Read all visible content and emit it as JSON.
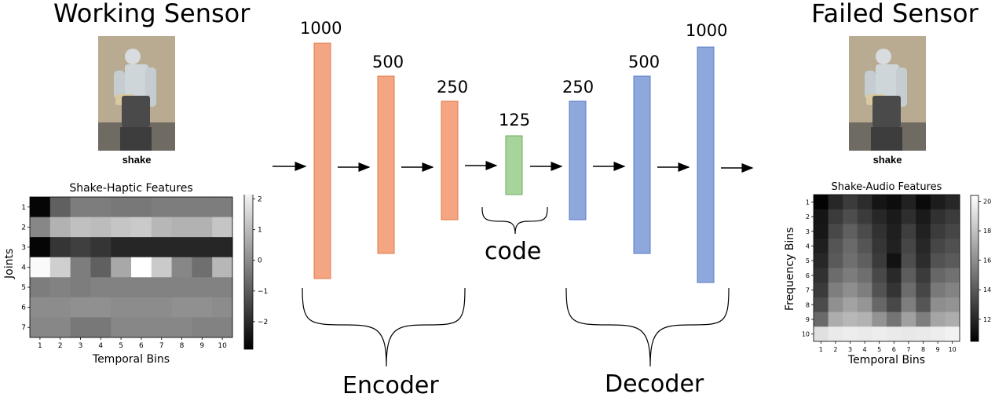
{
  "left_panel": {
    "title": "Working Sensor",
    "image_caption": "shake",
    "heatmap": {
      "title": "Shake-Haptic Features",
      "xlabel": "Temporal Bins",
      "ylabel": "Joints",
      "x_ticks": [
        "1",
        "2",
        "3",
        "4",
        "5",
        "6",
        "7",
        "8",
        "9",
        "10"
      ],
      "y_ticks": [
        "1",
        "2",
        "3",
        "4",
        "5",
        "6",
        "7"
      ],
      "colorbar_ticks": [
        "2",
        "1",
        "0",
        "−1",
        "−2"
      ],
      "colorbar_range": [
        -2.9,
        2.4
      ]
    }
  },
  "right_panel": {
    "title": "Failed Sensor",
    "image_caption": "shake",
    "heatmap": {
      "title": "Shake-Audio Features",
      "xlabel": "Temporal Bins",
      "ylabel": "Frequency Bins",
      "x_ticks": [
        "1",
        "2",
        "3",
        "4",
        "5",
        "6",
        "7",
        "8",
        "9",
        "10"
      ],
      "y_ticks": [
        "1",
        "2",
        "3",
        "4",
        "5",
        "6",
        "7",
        "8",
        "9",
        "10"
      ],
      "colorbar_ticks": [
        "20",
        "18",
        "16",
        "14",
        "12"
      ],
      "colorbar_range": [
        10.5,
        20.4
      ]
    }
  },
  "network": {
    "encoder_layers": [
      {
        "label": "1000",
        "color": "#f4a582"
      },
      {
        "label": "500",
        "color": "#f4a582"
      },
      {
        "label": "250",
        "color": "#f4a582"
      }
    ],
    "code_layer": {
      "label": "125",
      "color": "#a6d49a"
    },
    "decoder_layers": [
      {
        "label": "250",
        "color": "#8fa8dc"
      },
      {
        "label": "500",
        "color": "#8fa8dc"
      },
      {
        "label": "1000",
        "color": "#8fa8dc"
      }
    ],
    "code_label": "code",
    "encoder_label": "Encoder",
    "decoder_label": "Decoder"
  },
  "chart_data": [
    {
      "type": "heatmap",
      "title": "Shake-Haptic Features",
      "xlabel": "Temporal Bins",
      "ylabel": "Joints",
      "x": [
        1,
        2,
        3,
        4,
        5,
        6,
        7,
        8,
        9,
        10
      ],
      "y": [
        1,
        2,
        3,
        4,
        5,
        6,
        7
      ],
      "colormap": "gray",
      "vmin": -2.9,
      "vmax": 2.4,
      "values": [
        [
          -2.8,
          -0.9,
          -0.3,
          -0.3,
          -0.4,
          -0.4,
          -0.3,
          -0.3,
          -0.3,
          -0.3
        ],
        [
          -0.1,
          0.8,
          1.1,
          1.0,
          1.2,
          1.3,
          0.9,
          0.8,
          0.8,
          1.2
        ],
        [
          -2.8,
          -1.8,
          -1.6,
          -1.8,
          -2.1,
          -2.1,
          -2.1,
          -2.1,
          -2.1,
          -2.1
        ],
        [
          2.3,
          1.4,
          -0.3,
          -0.9,
          0.6,
          2.4,
          1.3,
          -0.1,
          -0.6,
          0.9
        ],
        [
          -0.3,
          -0.2,
          -0.3,
          -0.2,
          -0.2,
          -0.2,
          -0.2,
          -0.2,
          -0.2,
          -0.2
        ],
        [
          0.0,
          0.0,
          0.1,
          0.1,
          0.0,
          0.0,
          0.0,
          0.1,
          0.1,
          0.0
        ],
        [
          -0.1,
          -0.1,
          -0.4,
          -0.4,
          -0.1,
          -0.1,
          -0.1,
          -0.1,
          -0.2,
          -0.2
        ]
      ]
    },
    {
      "type": "heatmap",
      "title": "Shake-Audio Features",
      "xlabel": "Temporal Bins",
      "ylabel": "Frequency Bins",
      "x": [
        1,
        2,
        3,
        4,
        5,
        6,
        7,
        8,
        9,
        10
      ],
      "y": [
        1,
        2,
        3,
        4,
        5,
        6,
        7,
        8,
        9,
        10
      ],
      "colormap": "gray",
      "vmin": 10.5,
      "vmax": 20.4,
      "values": [
        [
          10.6,
          12.0,
          12.8,
          12.2,
          11.3,
          11.0,
          11.8,
          10.9,
          11.6,
          12.0
        ],
        [
          11.3,
          12.8,
          13.5,
          12.8,
          12.0,
          11.5,
          12.3,
          11.5,
          12.4,
          12.8
        ],
        [
          11.4,
          13.3,
          14.2,
          13.4,
          12.4,
          11.7,
          12.9,
          11.8,
          12.8,
          13.2
        ],
        [
          11.7,
          13.8,
          14.6,
          13.8,
          12.6,
          11.8,
          13.2,
          12.0,
          13.2,
          13.6
        ],
        [
          12.0,
          14.0,
          14.8,
          14.2,
          12.8,
          11.2,
          13.5,
          12.2,
          13.7,
          14.0
        ],
        [
          12.4,
          14.7,
          15.3,
          14.8,
          13.3,
          12.1,
          14.1,
          12.8,
          14.5,
          14.9
        ],
        [
          12.8,
          15.4,
          16.0,
          15.4,
          13.7,
          12.5,
          14.7,
          13.2,
          15.2,
          15.6
        ],
        [
          13.4,
          16.1,
          16.8,
          16.3,
          14.5,
          13.3,
          15.4,
          13.8,
          16.0,
          16.2
        ],
        [
          14.6,
          17.2,
          17.6,
          17.4,
          16.2,
          15.0,
          16.7,
          15.4,
          16.9,
          17.2
        ],
        [
          19.2,
          19.6,
          19.7,
          19.6,
          19.7,
          19.6,
          19.5,
          19.6,
          19.7,
          19.9
        ]
      ]
    }
  ]
}
